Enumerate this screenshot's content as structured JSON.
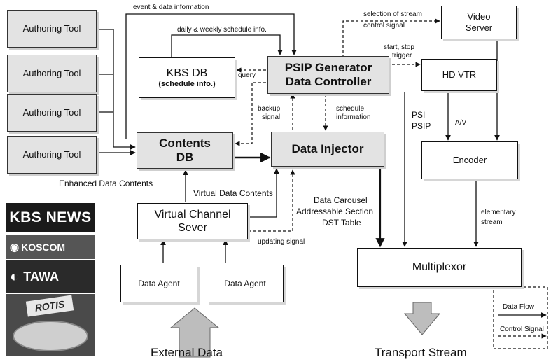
{
  "authoring_tools": [
    "Authoring Tool",
    "Authoring Tool",
    "Authoring Tool",
    "Authoring Tool"
  ],
  "nodes": {
    "kbs_db": {
      "title": "KBS DB",
      "subtitle": "(schedule info.)"
    },
    "psip_generator": {
      "line1": "PSIP Generator",
      "line2": "Data Controller"
    },
    "contents_db": {
      "line1": "Contents",
      "line2": "DB"
    },
    "data_injector": "Data Injector",
    "video_server": {
      "line1": "Video",
      "line2": "Server"
    },
    "hd_vtr": "HD VTR",
    "encoder": "Encoder",
    "virtual_channel_server": {
      "line1": "Virtual Channel",
      "line2": "Sever"
    },
    "data_agents": [
      "Data Agent",
      "Data Agent"
    ],
    "multiplexor": "Multiplexor"
  },
  "labels": {
    "event_data": "event & data information",
    "daily_schedule": "daily & weekly schedule info.",
    "selection_stream": "selection of stream",
    "control_signal_top": "control signal",
    "start_stop": "start, stop",
    "trigger": "trigger",
    "query": "query",
    "backup": "backup",
    "signal": "signal",
    "schedule": "schedule",
    "information": "information",
    "psi": "PSI",
    "psip": "PSIP",
    "av": "A/V",
    "enhanced": "Enhanced Data Contents",
    "virtual_data": "Virtual Data Contents",
    "data_carousel": "Data Carousel",
    "addressable": "Addressable Section",
    "dst": "DST Table",
    "elementary": "elementary",
    "stream": "stream",
    "updating": "updating signal",
    "external_data": "External Data",
    "transport_stream": "Transport Stream"
  },
  "legend": {
    "data_flow": "Data Flow",
    "control_signal": "Control Signal"
  },
  "logos": {
    "kbs_news": "KBS NEWS",
    "koscom": "KOSCOM",
    "tawa": "TAWA",
    "rotis": "ROTIS"
  }
}
